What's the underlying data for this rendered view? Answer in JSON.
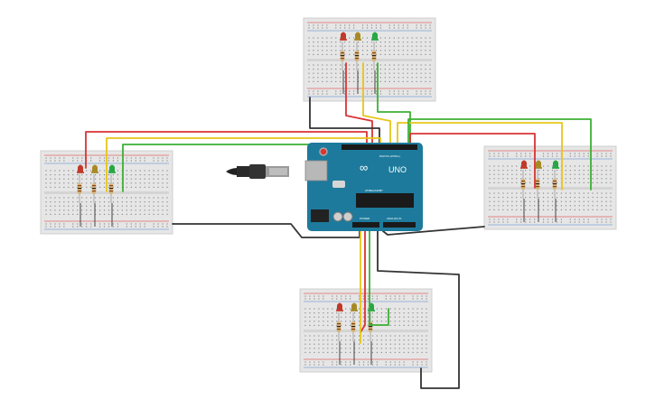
{
  "arduino": {
    "board_name": "UNO",
    "logo_text": "∞",
    "digital_label": "DIGITAL (PWM~)",
    "power_label": "POWER",
    "analog_label": "ANALOG IN",
    "chip_label": "ATMEGA328P"
  },
  "breadboards": [
    {
      "id": "top",
      "led_colors": [
        "#c0392b",
        "#a88a25",
        "#27a844"
      ]
    },
    {
      "id": "left",
      "led_colors": [
        "#c0392b",
        "#a88a25",
        "#27a844"
      ]
    },
    {
      "id": "right",
      "led_colors": [
        "#c0392b",
        "#a88a25",
        "#27a844"
      ]
    },
    {
      "id": "bottom",
      "led_colors": [
        "#c0392b",
        "#a88a25",
        "#27a844"
      ]
    }
  ],
  "wire_colors": {
    "red": "#d93434",
    "yellow": "#e6c619",
    "green": "#3cb034",
    "black": "#333333"
  },
  "colors": {
    "board_blue": "#1d7a9c",
    "breadboard_body": "#e6e6e6",
    "rail_red": "#e06666",
    "rail_blue": "#7f9fd6"
  }
}
